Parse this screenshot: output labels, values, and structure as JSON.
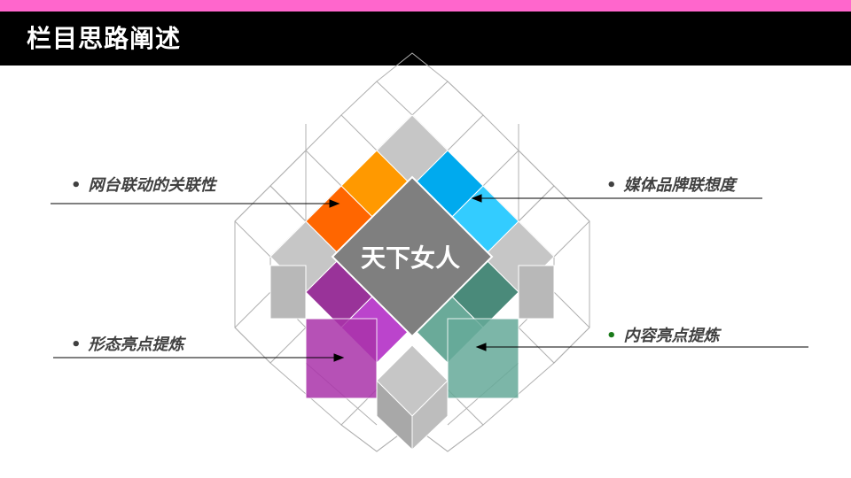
{
  "header": {
    "title": "栏目思路阐述"
  },
  "diagram": {
    "center": "天下女人",
    "labels": {
      "top_left": "网台联动的关联性",
      "top_right": "媒体品牌联想度",
      "bottom_left": "形态亮点提炼",
      "bottom_right": "内容亮点提炼"
    },
    "bullet": "•"
  },
  "colors": {
    "accent_strip": "#ff66cc",
    "title_bar": "#000000",
    "orange": "#ff9900",
    "blue": "#33ccff",
    "purple": "#bb44cc",
    "green": "#66aa99",
    "center": "#808080",
    "bullet_green": "#1a7a1a"
  }
}
